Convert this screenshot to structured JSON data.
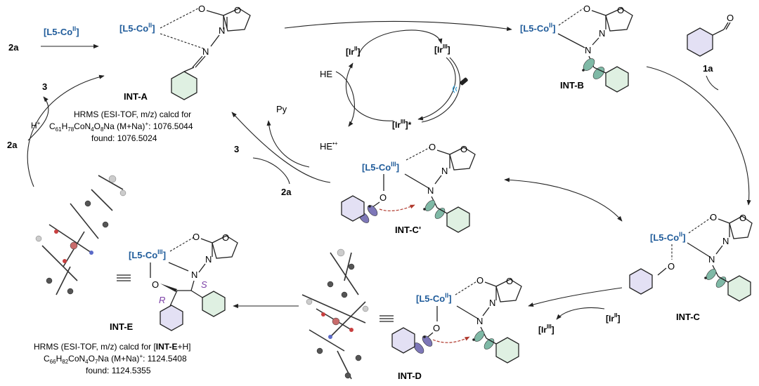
{
  "ligand_label": "[L5-Co",
  "ox": {
    "II": "II",
    "III": "III"
  },
  "atoms": {
    "O": "O",
    "N": "N"
  },
  "top_left": {
    "reagent": "2a",
    "catalyst": "[L5-Co",
    "catalyst_ox": "II"
  },
  "int_a": {
    "label": "INT-A",
    "hrms_line1": "HRMS (ESI-TOF, m/z) calcd for",
    "formula_prefix": "C",
    "formula_c": "61",
    "formula_h": "78",
    "formula_n": "4",
    "formula_o": "8",
    "formula_tail": "Na (M+Na)",
    "formula_value": ": 1076.5044",
    "found": "found: 1076.5024"
  },
  "int_b": {
    "label": "INT-B"
  },
  "int_c": {
    "label": "INT-C"
  },
  "int_c_prime": {
    "label": "INT-C'"
  },
  "int_d": {
    "label": "INT-D"
  },
  "int_e": {
    "label": "INT-E",
    "hrms_line1": "HRMS (ESI-TOF, m/z) calcd for [",
    "hrms_bold": "INT-E",
    "hrms_tail": "+H]",
    "formula_c": "66",
    "formula_h": "82",
    "formula_n": "4",
    "formula_o": "7",
    "formula_tail": "Na (M+Na)",
    "formula_value": ": 1124.5408",
    "found": "found: 1124.5355",
    "stereo_r": "R",
    "stereo_s": "S"
  },
  "photo_cycle": {
    "ir_ii": "[Ir",
    "ir_iii": "[Ir",
    "ir_iii_star": "[Ir",
    "he": "HE",
    "he_radical": "HE",
    "py": "Py"
  },
  "side": {
    "label_1a": "1a",
    "label_2a_mid": "2a",
    "label_3_mid": "3",
    "label_3_left": "3",
    "label_h_plus": "H",
    "label_2a_left": "2a",
    "ir_ii_right": "[Ir",
    "ir_iii_right": "[Ir"
  },
  "colors": {
    "ligand_blue": "#1f5b9a",
    "stereo_purple": "#7b3fa6",
    "ring_green": "#dff0e2",
    "ring_purple": "#e3e0f4",
    "electron_arrow": "#b03a2e"
  }
}
